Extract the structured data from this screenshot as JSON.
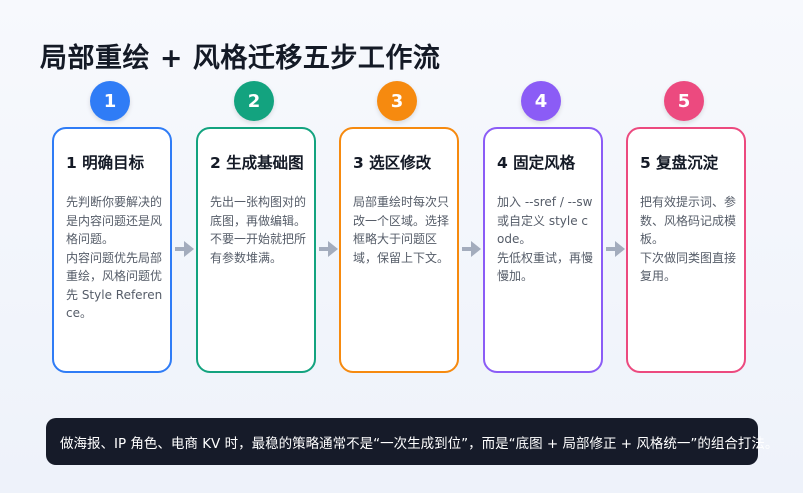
{
  "title": "局部重绘 + 风格迁移五步工作流",
  "colors": [
    "#2f7cf6",
    "#13a37f",
    "#f68a0f",
    "#8b5cf6",
    "#ec4a7f"
  ],
  "steps": [
    {
      "number": "1",
      "heading": "1 明确目标",
      "body": "先判断你要解决的是内容问题还是风格问题。\n内容问题优先局部重绘，风格问题优先 Style Reference。"
    },
    {
      "number": "2",
      "heading": "2 生成基础图",
      "body": "先出一张构图对的底图，再做编辑。\n不要一开始就把所有参数堆满。"
    },
    {
      "number": "3",
      "heading": "3 选区修改",
      "body": "局部重绘时每次只改一个区域。选择框略大于问题区域，保留上下文。"
    },
    {
      "number": "4",
      "heading": "4 固定风格",
      "body": "加入 --sref / --sw 或自定义 style code。\n先低权重试，再慢慢加。"
    },
    {
      "number": "5",
      "heading": "5 复盘沉淀",
      "body": "把有效提示词、参数、风格码记成模板。\n下次做同类图直接复用。"
    }
  ],
  "banner": "做海报、IP 角色、电商 KV 时，最稳的策略通常不是“一次生成到位”，而是“底图 + 局部修正 + 风格统一”的组合打法。"
}
